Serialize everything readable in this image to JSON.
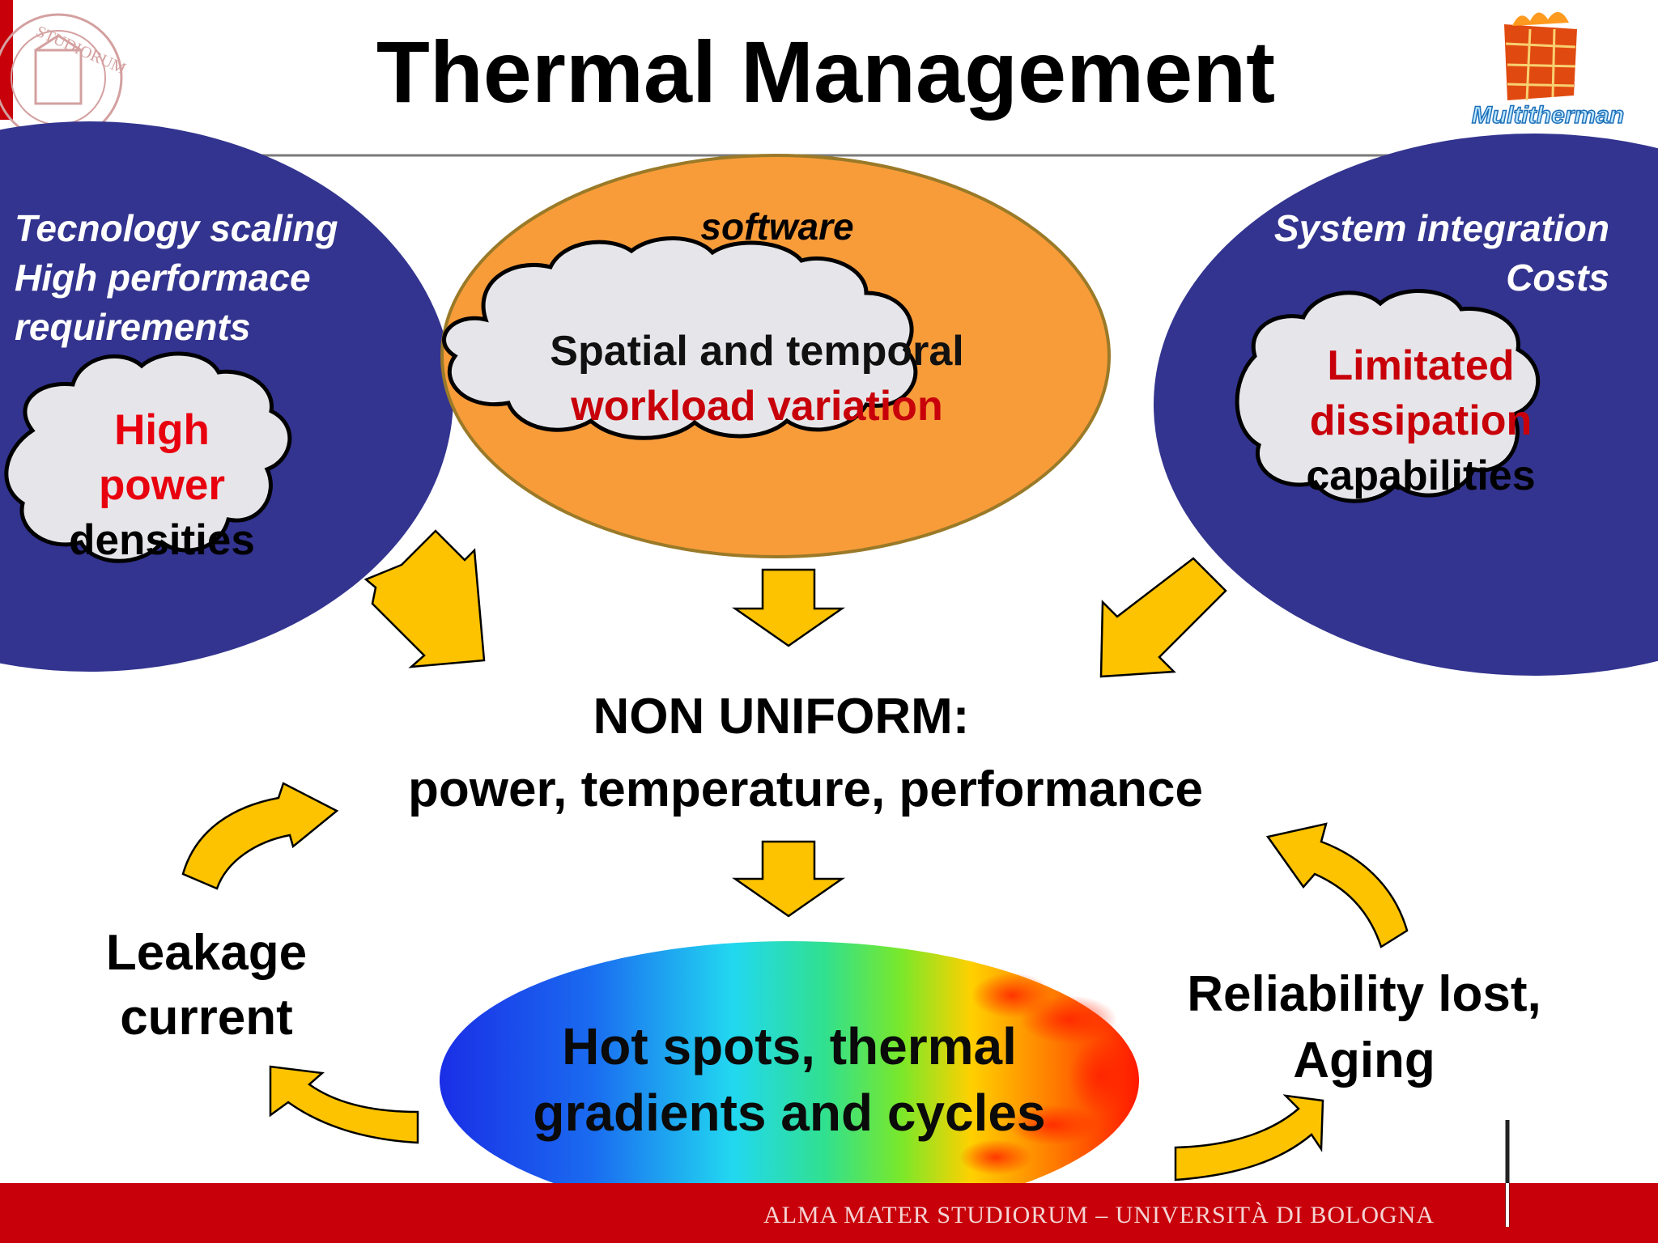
{
  "title": "Thermal Management",
  "logo_text": "Multitherman",
  "seal_text": "STUDIORUM",
  "footer_text": "ALMA MATER STUDIORUM – UNIVERSITÀ DI BOLOGNA",
  "left": {
    "heading": [
      "Tecnology scaling",
      "High performace",
      "requirements"
    ],
    "cloud_red": [
      "High",
      "power"
    ],
    "cloud_black": "densities"
  },
  "center": {
    "heading": "software",
    "cloud_black": "Spatial and temporal",
    "cloud_red": "workload variation"
  },
  "right": {
    "heading": [
      "System integration",
      "Costs"
    ],
    "cloud_red": [
      "Limitated",
      "dissipation"
    ],
    "cloud_black": "capabilities"
  },
  "middle": {
    "line1": "NON UNIFORM:",
    "line2": "power, temperature, performance"
  },
  "leakage": [
    "Leakage",
    "current"
  ],
  "reliability": [
    "Reliability lost,",
    "Aging"
  ],
  "hotspot": [
    "Hot spots, thermal",
    "gradients and cycles"
  ],
  "colors": {
    "blue_ellipse": "#33348f",
    "orange_ellipse": "#f89c3a",
    "cloud_fill": "#e6e6ea",
    "arrow": "#fdc300",
    "footer_red": "#c8000a",
    "red_text": "#c8000a",
    "bright_red_text": "#e8000e"
  }
}
